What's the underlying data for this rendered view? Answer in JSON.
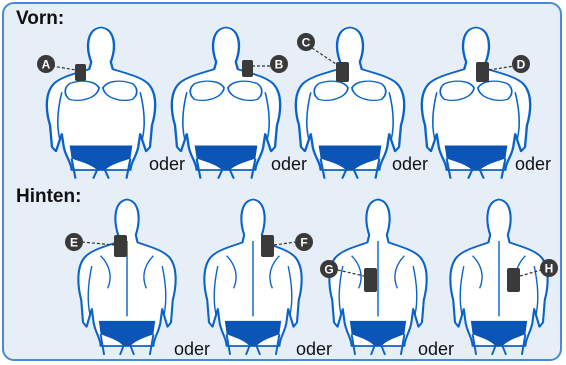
{
  "sections": {
    "front_title": "Vorn:",
    "back_title": "Hinten:"
  },
  "separator_word": "oder",
  "markers": {
    "A": "A",
    "B": "B",
    "C": "C",
    "D": "D",
    "E": "E",
    "F": "F",
    "G": "G",
    "H": "H"
  },
  "colors": {
    "panel_bg": "#e6eef8",
    "panel_border": "#4a8ad4",
    "outline": "#0a63c9",
    "body_fill": "#ffffff",
    "briefs": "#0b55b7",
    "pad": "#3a3a3a",
    "badge": "#3a3a3a"
  }
}
